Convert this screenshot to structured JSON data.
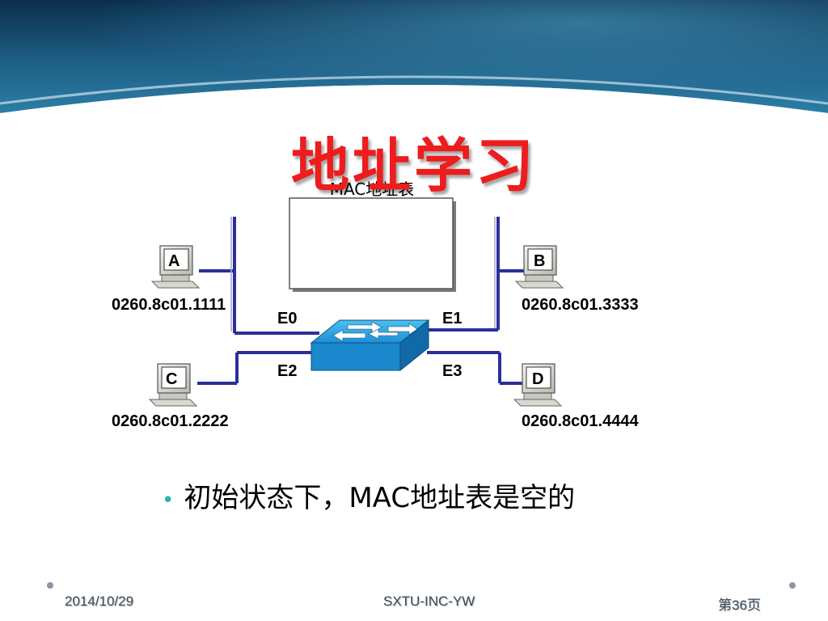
{
  "title": "地址学习",
  "mac_table": {
    "label": "MAC地址表"
  },
  "hosts": {
    "A": {
      "letter": "A",
      "mac": "0260.8c01.1111"
    },
    "B": {
      "letter": "B",
      "mac": "0260.8c01.3333"
    },
    "C": {
      "letter": "C",
      "mac": "0260.8c01.2222"
    },
    "D": {
      "letter": "D",
      "mac": "0260.8c01.4444"
    }
  },
  "ports": {
    "e0": "E0",
    "e1": "E1",
    "e2": "E2",
    "e3": "E3"
  },
  "bullet": {
    "text": "初始状态下，MAC地址表是空的"
  },
  "footer": {
    "date": "2014/10/29",
    "center": "SXTU-INC-YW",
    "page": "第36页"
  },
  "colors": {
    "title": "#ee1c1c",
    "wire": "#2b2f9a",
    "switch": "#1e8fd8",
    "bullet": "#27b7a8"
  },
  "icons": {
    "switch": "network-switch-icon",
    "host": "computer-icon"
  }
}
